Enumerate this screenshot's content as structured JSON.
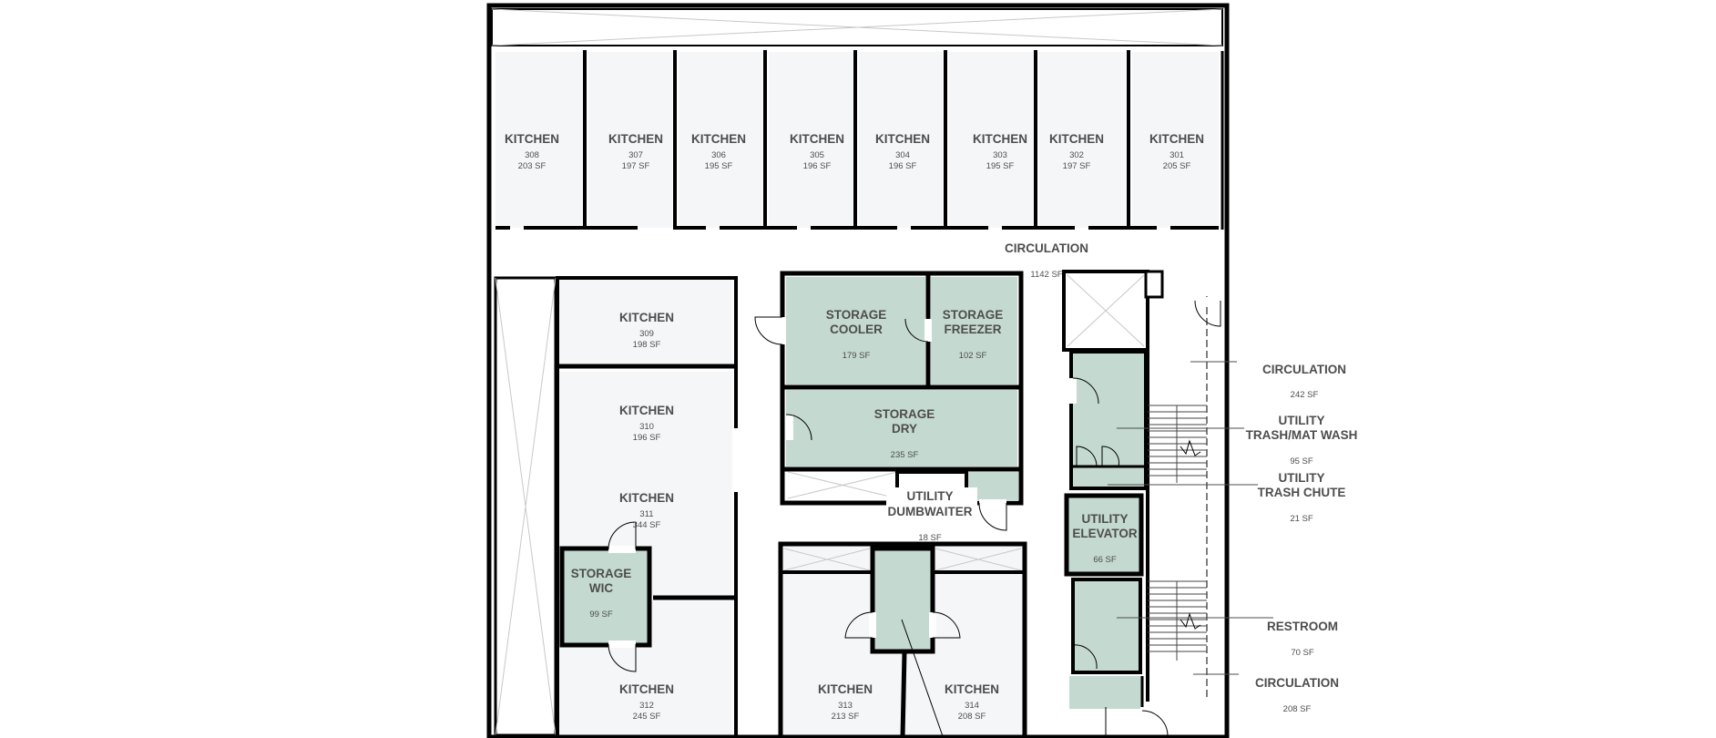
{
  "colors": {
    "wall": "#000000",
    "kitchen_fill": "#f5f6f8",
    "storage_fill": "#c4d9cf",
    "text": "#4d4d4d",
    "leader": "#4d4d4d"
  },
  "kitchens": [
    {
      "id": "k308",
      "name": "KITCHEN",
      "number": "308",
      "area": "203 SF"
    },
    {
      "id": "k307",
      "name": "KITCHEN",
      "number": "307",
      "area": "197 SF"
    },
    {
      "id": "k306",
      "name": "KITCHEN",
      "number": "306",
      "area": "195 SF"
    },
    {
      "id": "k305",
      "name": "KITCHEN",
      "number": "305",
      "area": "196 SF"
    },
    {
      "id": "k304",
      "name": "KITCHEN",
      "number": "304",
      "area": "196 SF"
    },
    {
      "id": "k303",
      "name": "KITCHEN",
      "number": "303",
      "area": "195 SF"
    },
    {
      "id": "k302",
      "name": "KITCHEN",
      "number": "302",
      "area": "197 SF"
    },
    {
      "id": "k301",
      "name": "KITCHEN",
      "number": "301",
      "area": "205 SF"
    },
    {
      "id": "k309",
      "name": "KITCHEN",
      "number": "309",
      "area": "198 SF"
    },
    {
      "id": "k310",
      "name": "KITCHEN",
      "number": "310",
      "area": "196 SF"
    },
    {
      "id": "k311",
      "name": "KITCHEN",
      "number": "311",
      "area": "344 SF"
    },
    {
      "id": "k312",
      "name": "KITCHEN",
      "number": "312",
      "area": "245 SF"
    },
    {
      "id": "k313",
      "name": "KITCHEN",
      "number": "313",
      "area": "213 SF"
    },
    {
      "id": "k314",
      "name": "KITCHEN",
      "number": "314",
      "area": "208 SF"
    }
  ],
  "rooms": {
    "circulation_main": {
      "name": "CIRCULATION",
      "area": "1142 SF"
    },
    "storage_cooler": {
      "line1": "STORAGE",
      "line2": "COOLER",
      "area": "179 SF"
    },
    "storage_freezer": {
      "line1": "STORAGE",
      "line2": "FREEZER",
      "area": "102 SF"
    },
    "storage_dry": {
      "line1": "STORAGE",
      "line2": "DRY",
      "area": "235 SF"
    },
    "utility_dumbwaiter": {
      "line1": "UTILITY",
      "line2": "DUMBWAITER",
      "area": "18 SF"
    },
    "storage_wic": {
      "line1": "STORAGE",
      "line2": "WIC",
      "area": "99 SF"
    },
    "utility_elevator": {
      "line1": "UTILITY",
      "line2": "ELEVATOR",
      "area": "66 SF"
    }
  },
  "side_labels": {
    "circulation_upper": {
      "line1": "CIRCULATION",
      "area": "242 SF"
    },
    "utility_trash_mat_wash": {
      "line1": "UTILITY",
      "line2": "TRASH/MAT WASH",
      "area": "95 SF"
    },
    "utility_trash_chute": {
      "line1": "UTILITY",
      "line2": "TRASH CHUTE",
      "area": "21 SF"
    },
    "restroom": {
      "line1": "RESTROOM",
      "area": "70 SF"
    },
    "circulation_lower": {
      "line1": "CIRCULATION",
      "area": "208 SF"
    }
  }
}
